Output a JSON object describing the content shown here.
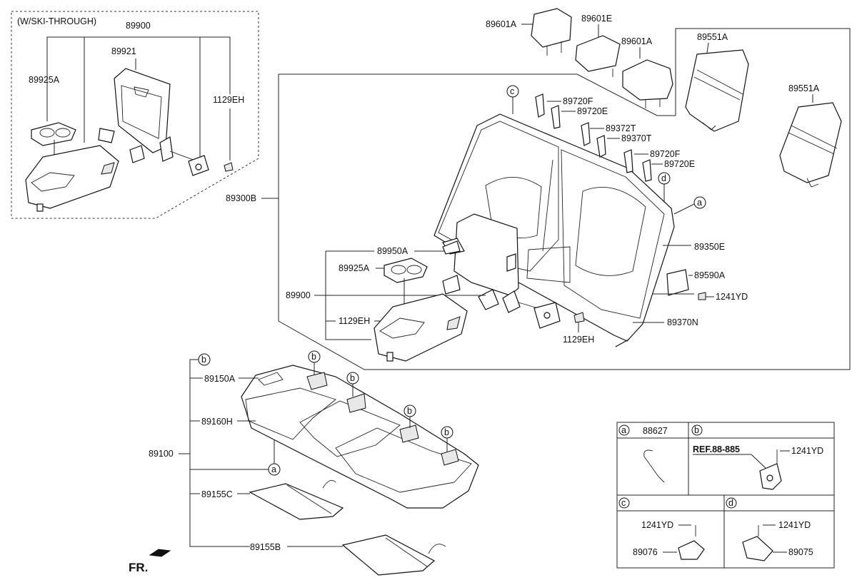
{
  "labels": {
    "ski_through": "(W/SKI-THROUGH)",
    "ski_89900": "89900",
    "ski_89921": "89921",
    "ski_89925A": "89925A",
    "ski_1129EH": "1129EH",
    "h_89601A_left": "89601A",
    "h_89601E": "89601E",
    "h_89601A_right": "89601A",
    "c_89551A_top": "89551A",
    "c_89551A_right": "89551A",
    "b_89720F_1": "89720F",
    "b_89720E_1": "89720E",
    "b_89372T": "89372T",
    "b_89370T": "89370T",
    "b_89720F_2": "89720F",
    "b_89720E_2": "89720E",
    "b_89300B": "89300B",
    "b_89350E": "89350E",
    "b_89590A": "89590A",
    "b_1241YD": "1241YD",
    "b_89370N": "89370N",
    "b_1129EH_right": "1129EH",
    "b_89950A": "89950A",
    "b_89925A": "89925A",
    "b_89900": "89900",
    "b_1129EH_left": "1129EH",
    "s_89150A": "89150A",
    "s_89160H": "89160H",
    "s_89100": "89100",
    "s_89155C": "89155C",
    "s_89155B": "89155B",
    "fr": "FR."
  },
  "callouts": {
    "a": "a",
    "b": "b",
    "c": "c",
    "d": "d"
  },
  "legend": {
    "a_part": "88627",
    "b_ref": "REF.88-885",
    "b_part": "1241YD",
    "c_bolt": "1241YD",
    "c_part": "89076",
    "d_bolt": "1241YD",
    "d_part": "89075"
  }
}
